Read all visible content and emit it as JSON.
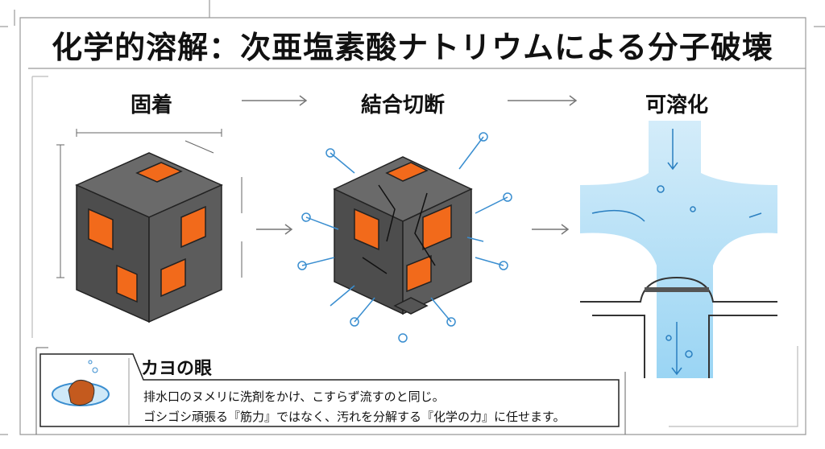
{
  "title": "化学的溶解：次亜塩素酸ナトリウムによる分子破壊",
  "stages": [
    {
      "label": "固着"
    },
    {
      "label": "結合切断"
    },
    {
      "label": "可溶化"
    }
  ],
  "note": {
    "title": "カヨの眼",
    "lines": [
      "排水口のヌメリに洗剤をかけ、こすらず流すのと同じ。",
      "ゴシゴシ頑張る『筋力』ではなく、汚れを分解する『化学の力』に任せます。"
    ]
  },
  "colors": {
    "accent": "#f26a1b",
    "block": "#555555",
    "water": "#5ab4e6"
  }
}
